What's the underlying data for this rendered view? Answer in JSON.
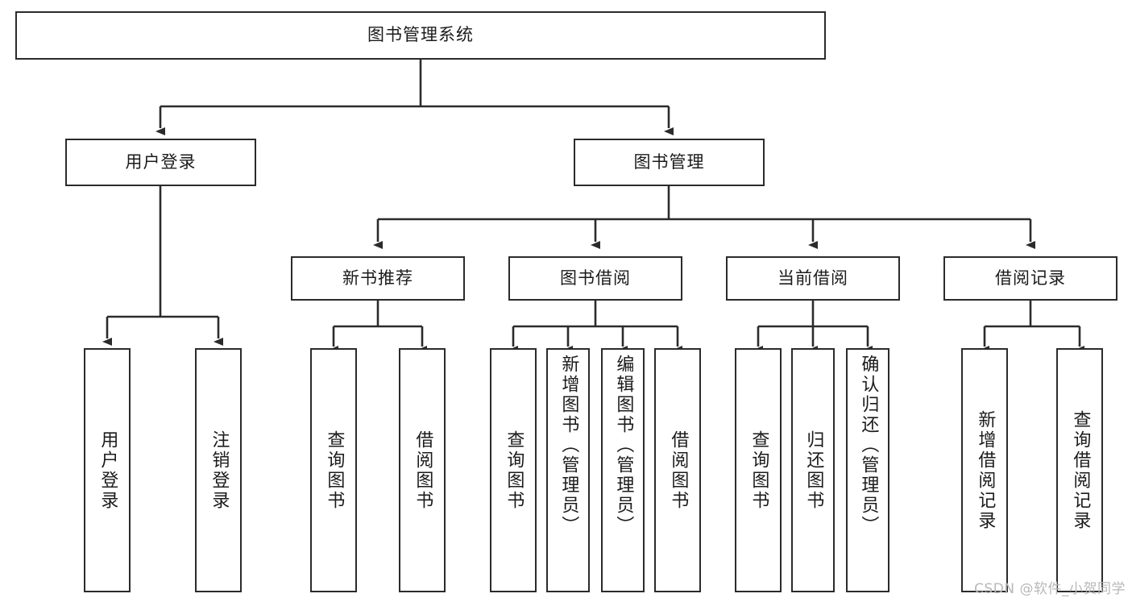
{
  "diagram": {
    "type": "hierarchy-tree",
    "title": "图书管理系统",
    "orientation": "top-down",
    "colors": {
      "border": "#2b2b2b",
      "background": "#ffffff",
      "text": "#1b1b1b",
      "watermark": "#b8b8b8"
    }
  },
  "watermark": {
    "text": "CSDN @软件_小贺同学"
  },
  "nodes": {
    "root": {
      "label": "图书管理系统"
    },
    "level2": [
      {
        "label": "用户登录"
      },
      {
        "label": "图书管理"
      }
    ],
    "level3": [
      {
        "label": "新书推荐"
      },
      {
        "label": "图书借阅"
      },
      {
        "label": "当前借阅"
      },
      {
        "label": "借阅记录"
      }
    ],
    "leaves": {
      "user_login": [
        {
          "label": "用户登录"
        },
        {
          "label": "注销登录"
        }
      ],
      "new_book_recommend": [
        {
          "label": "查询图书"
        },
        {
          "label": "借阅图书"
        }
      ],
      "book_borrow": [
        {
          "label": "查询图书"
        },
        {
          "label": "新增图书（管理员）"
        },
        {
          "label": "编辑图书（管理员）"
        },
        {
          "label": "借阅图书"
        }
      ],
      "current_borrow": [
        {
          "label": "查询图书"
        },
        {
          "label": "归还图书"
        },
        {
          "label": "确认归还（管理员）"
        }
      ],
      "borrow_record": [
        {
          "label": "新增借阅记录"
        },
        {
          "label": "查询借阅记录"
        }
      ]
    }
  }
}
